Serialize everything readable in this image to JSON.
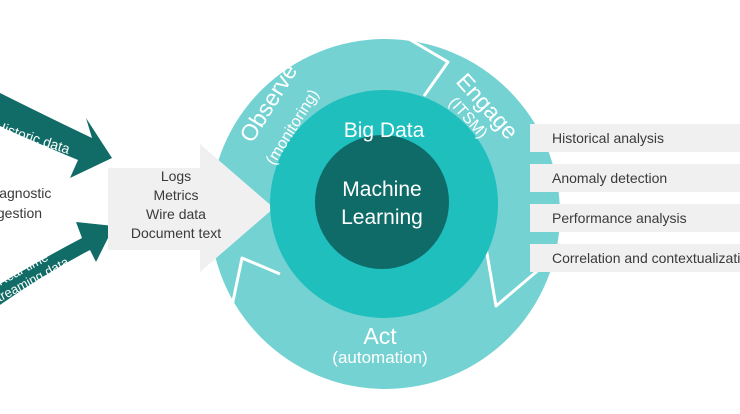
{
  "inputs": {
    "historic": "Historic data",
    "diagnostic_line1": "Diagnostic",
    "diagnostic_line2": "ingestion",
    "realtime_line1": "Real-time",
    "realtime_line2": "streaming data"
  },
  "data_types": [
    "Logs",
    "Metrics",
    "Wire data",
    "Document text"
  ],
  "cycle": {
    "observe": "Observe",
    "observe_sub": "(monitoring)",
    "engage": "Engage",
    "engage_sub": "(ITSM)",
    "act": "Act",
    "act_sub": "(automation)"
  },
  "big_data": "Big Data",
  "core_line1": "Machine",
  "core_line2": "Learning",
  "analysis": [
    "Historical analysis",
    "Anomaly detection",
    "Performance analysis",
    "Correlation and contextualization"
  ],
  "colors": {
    "outer_ring": "#74d2d3",
    "outer_stroke": "#ffffff",
    "big_data_ring": "#1fbfbe",
    "core": "#0f6b68",
    "input_arrows": "#116b66",
    "grey_arrow": "#f0f0f0",
    "panel": "#f0f0f0"
  }
}
